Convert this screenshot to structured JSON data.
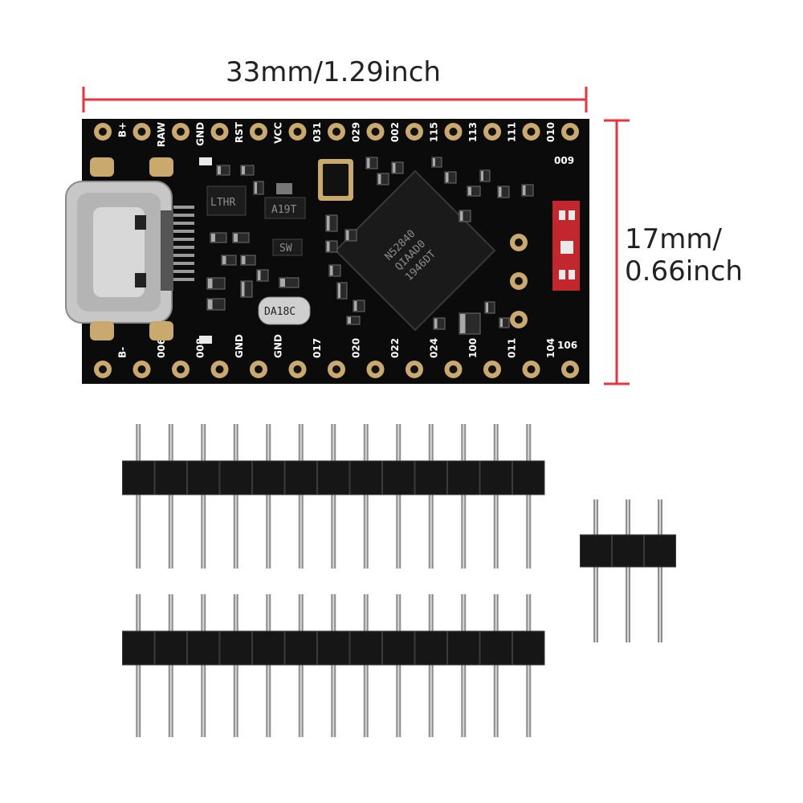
{
  "dimensions": {
    "width_label": "33mm/1.29inch",
    "height_label_line1": "17mm/",
    "height_label_line2": "0.66inch",
    "line_color": "#e8343c"
  },
  "board": {
    "pcb_color": "#0b0b0b",
    "pad_color": "#c9a96e",
    "top_pin_labels": [
      "B+",
      "RAW",
      "GND",
      "RST",
      "VCC",
      "031",
      "029",
      "002",
      "115",
      "113",
      "111",
      "010"
    ],
    "bottom_pin_labels": [
      "B-",
      "006",
      "008",
      "GND",
      "GND",
      "017",
      "020",
      "022",
      "024",
      "100",
      "011",
      "104"
    ],
    "side_labels": {
      "top_right": "009",
      "bottom_right": "106"
    },
    "main_chip_lines": [
      "N52840",
      "QIAAD0",
      "1946DT"
    ],
    "crystal_label": "DA18C",
    "regulator_label": "A19T",
    "small_chip_label": "SW",
    "inductor_label": "LTHR"
  },
  "headers": [
    {
      "name": "long-header-1",
      "pins": 13
    },
    {
      "name": "long-header-2",
      "pins": 13
    },
    {
      "name": "short-header",
      "pins": 3
    }
  ]
}
